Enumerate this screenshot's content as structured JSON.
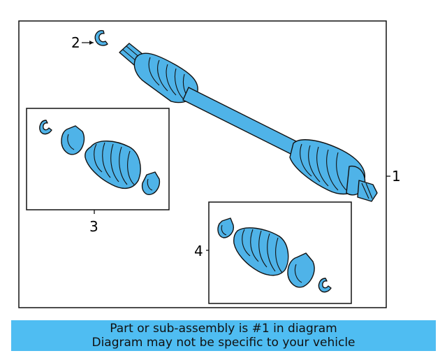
{
  "diagram": {
    "callouts": {
      "c1": "1",
      "c2": "2",
      "c3": "3",
      "c4": "4"
    },
    "part_color": "#4fb3e8",
    "banner_color": "#4fbdf2"
  },
  "banner": {
    "line1": "Part or sub-assembly is #1 in diagram",
    "line2": "Diagram may not be specific to your vehicle"
  }
}
